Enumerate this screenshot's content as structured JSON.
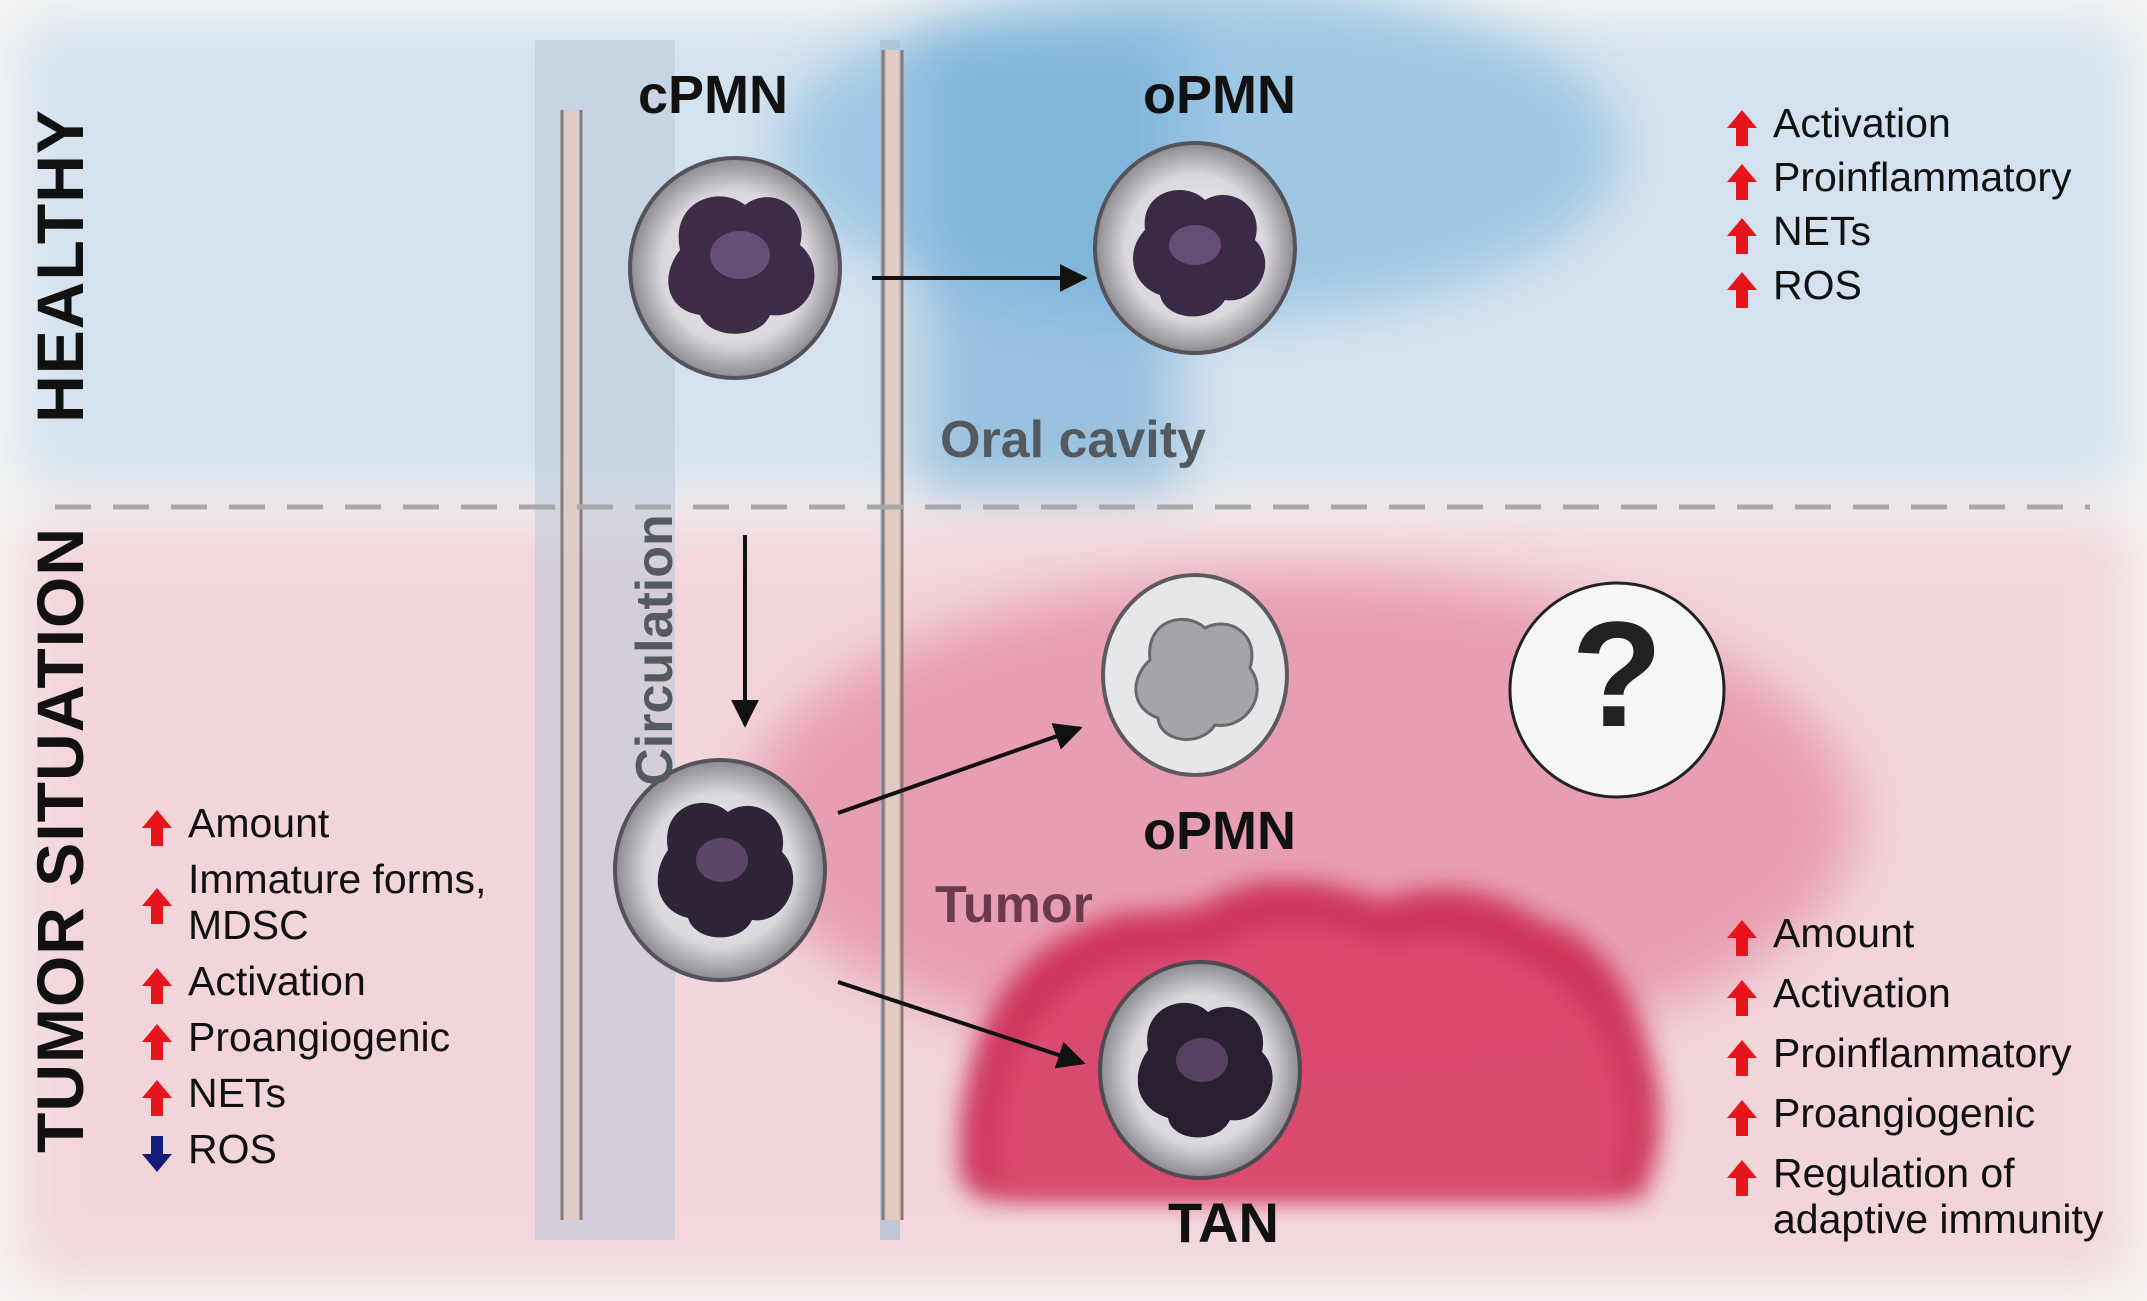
{
  "side_labels": {
    "top": "HEALTHY",
    "bottom": "TUMOR SITUATION"
  },
  "cells": {
    "cpmn": "cPMN",
    "opmn_top": "oPMN",
    "opmn_bottom": "oPMN",
    "tan": "TAN"
  },
  "regions": {
    "oral_cavity": "Oral cavity",
    "circulation": "Circulation",
    "tumor": "Tumor"
  },
  "unknown_symbol": "?",
  "healthy_opmn_list": [
    {
      "text": "Activation",
      "direction": "up"
    },
    {
      "text": "Proinflammatory",
      "direction": "up"
    },
    {
      "text": "NETs",
      "direction": "up"
    },
    {
      "text": "ROS",
      "direction": "up"
    }
  ],
  "tumor_cpmn_list": [
    {
      "text": "Amount",
      "direction": "up"
    },
    {
      "text": "Immature forms,",
      "text2": "MDSC",
      "direction": "up"
    },
    {
      "text": "Activation",
      "direction": "up"
    },
    {
      "text": "Proangiogenic",
      "direction": "up"
    },
    {
      "text": "NETs",
      "direction": "up"
    },
    {
      "text": "ROS",
      "direction": "down"
    }
  ],
  "tumor_tan_list": [
    {
      "text": "Amount",
      "direction": "up"
    },
    {
      "text": "Activation",
      "direction": "up"
    },
    {
      "text": "Proinflammatory",
      "direction": "up"
    },
    {
      "text": "Proangiogenic",
      "direction": "up"
    },
    {
      "text": "Regulation of",
      "text2": "adaptive immunity",
      "direction": "up"
    }
  ],
  "colors": {
    "up_arrow": "#e8141b",
    "down_arrow": "#141c7a",
    "healthy_wash": "#b9d3e6",
    "tumor_wash": "#d93c60",
    "dashed_divider": "#a8a8a8"
  }
}
